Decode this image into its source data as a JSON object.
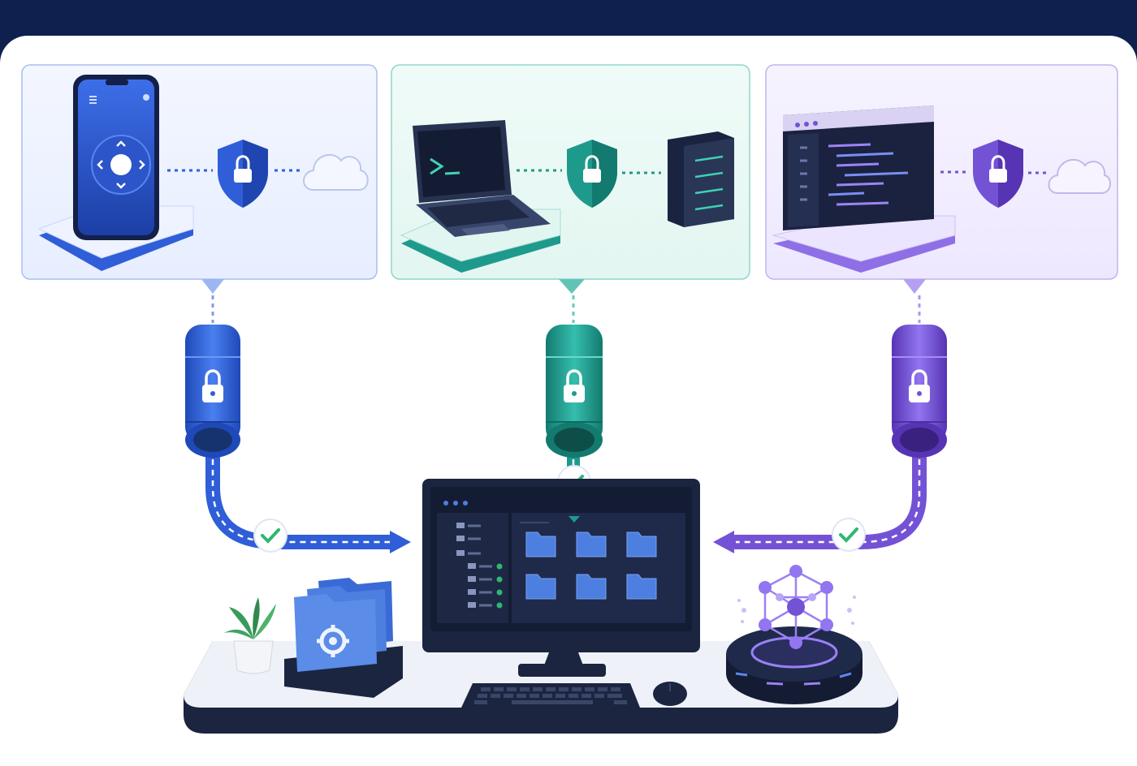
{
  "colors": {
    "page_bg": "#0f1f4e",
    "card_bg": "#ffffff",
    "blue": "#2f5ed8",
    "teal": "#1e9a8c",
    "purple": "#7452d6",
    "success": "#2eb872",
    "monitor": "#1b2540",
    "folder": "#4d7fe0"
  },
  "panels": [
    {
      "id": "mobile",
      "accent": "blue",
      "device": "smartphone-icon",
      "security": "shield-lock-icon",
      "target": "cloud-icon"
    },
    {
      "id": "terminal",
      "accent": "teal",
      "device": "laptop-terminal-icon",
      "security": "shield-lock-icon",
      "target": "server-icon"
    },
    {
      "id": "editor",
      "accent": "purple",
      "device": "code-editor-window-icon",
      "security": "shield-lock-icon",
      "target": "cloud-icon"
    }
  ],
  "tunnels": [
    {
      "accent": "blue",
      "icon": "padlock-icon",
      "status": "check-icon"
    },
    {
      "accent": "teal",
      "icon": "padlock-icon",
      "status": "check-icon"
    },
    {
      "accent": "purple",
      "icon": "padlock-icon",
      "status": "check-icon"
    }
  ],
  "workstation": {
    "monitor": "monitor-icon",
    "content": "file-manager-icon",
    "folder_count": 6,
    "props": [
      "plant-icon",
      "folder-stack-gear-icon",
      "keyboard-icon",
      "mouse-icon",
      "network-hub-icon"
    ]
  }
}
